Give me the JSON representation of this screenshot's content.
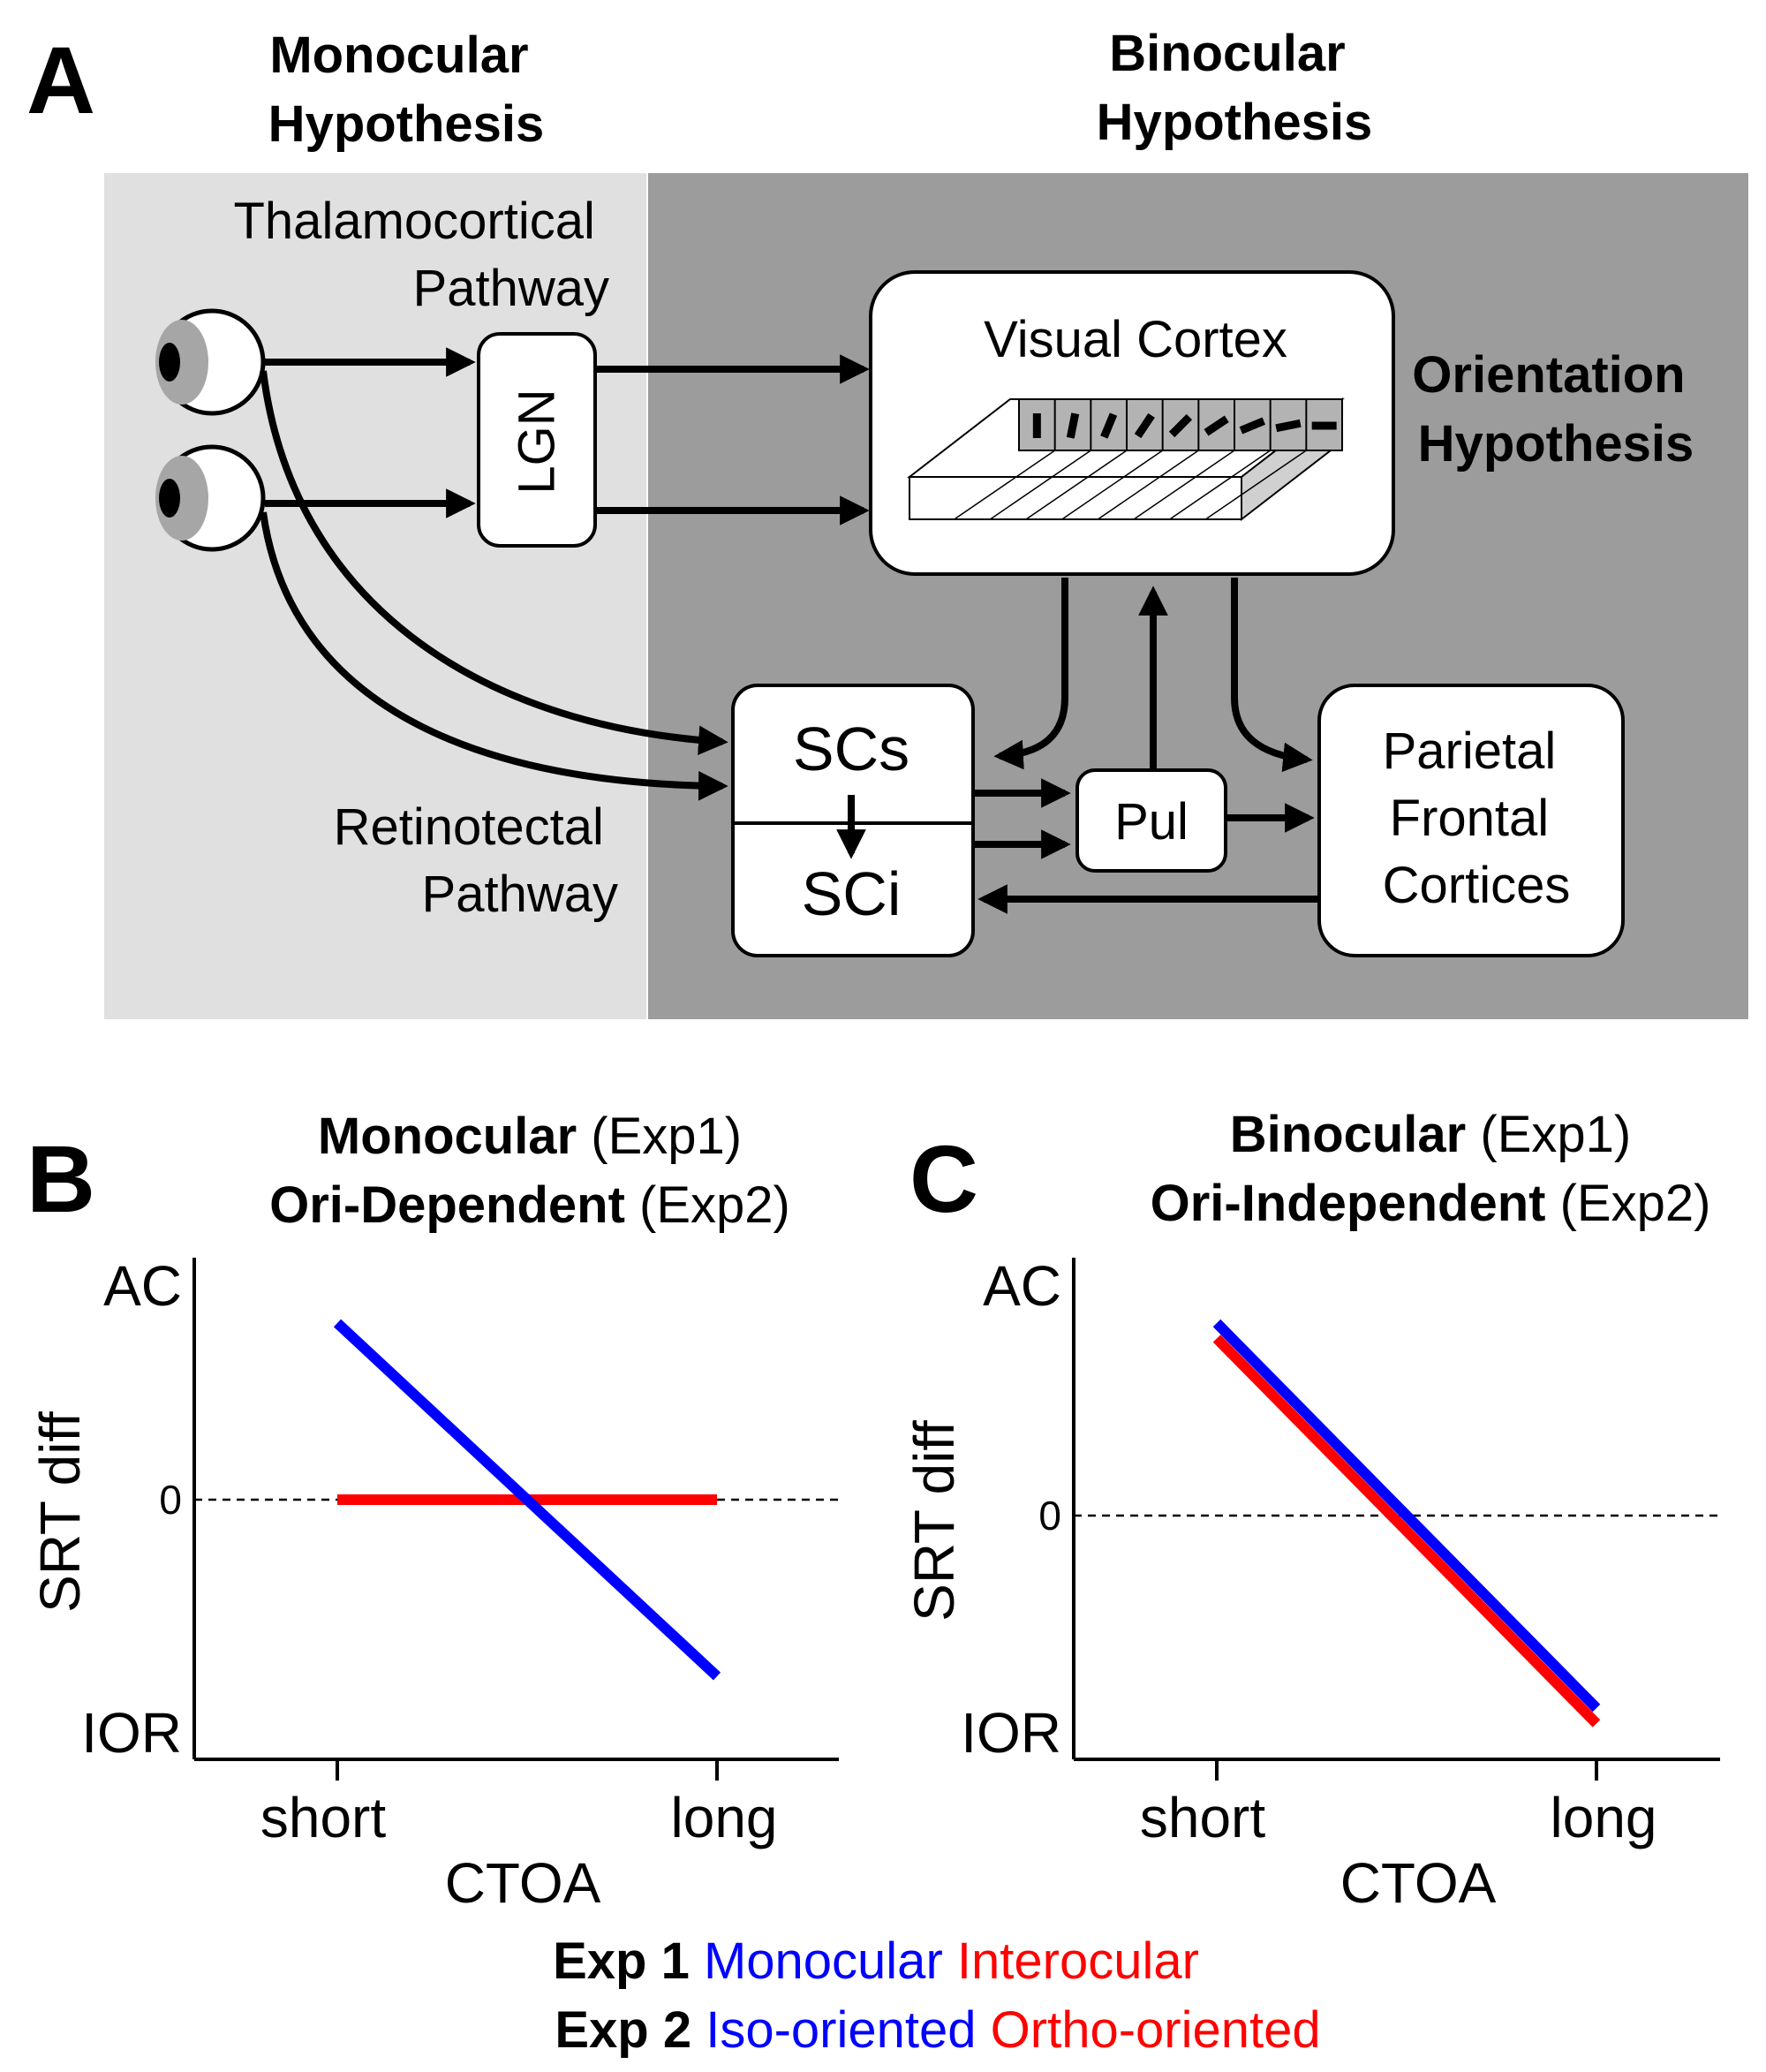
{
  "panel_a": {
    "letter": "A",
    "monocular_title": [
      "Monocular",
      "Hypothesis"
    ],
    "binocular_title": [
      "Binocular",
      "Hypothesis"
    ],
    "orientation_title": [
      "Orientation",
      "Hypothesis"
    ],
    "thalamocortical_label": [
      "Thalamocortical",
      "Pathway"
    ],
    "retinotectal_label": [
      "Retinotectal",
      "Pathway"
    ],
    "lgn": "LGN",
    "visual_cortex": "Visual Cortex",
    "scs": "SCs",
    "sci": "SCi",
    "pul": "Pul",
    "parietal_frontal": [
      "Parietal",
      "Frontal",
      "Cortices"
    ],
    "colors": {
      "monocular_region": "#e0e0e0",
      "binocular_region": "#9c9c9c",
      "box_fill": "#ffffff",
      "column_fill": "#b3b3b3"
    }
  },
  "panel_b": {
    "letter": "B",
    "title_line1_bold": "Monocular",
    "title_line1_rest": " (Exp1)",
    "title_line2_bold": "Ori-Dependent",
    "title_line2_rest": " (Exp2)"
  },
  "panel_c": {
    "letter": "C",
    "title_line1_bold": "Binocular",
    "title_line1_rest": " (Exp1)",
    "title_line2_bold": "Ori-Independent",
    "title_line2_rest": " (Exp2)"
  },
  "axis_labels": {
    "y_top": "AC",
    "y_zero": "0",
    "y_bottom": "IOR",
    "y_title": "SRT diff",
    "x_short": "short",
    "x_long": "long",
    "x_title": "CTOA"
  },
  "chart_data": [
    {
      "type": "line",
      "panel": "B",
      "x": [
        "short",
        "long"
      ],
      "ylabel": "SRT diff",
      "xlabel": "CTOA",
      "y_tick_labels": [
        "AC",
        "0",
        "IOR"
      ],
      "reference_line_y": 0,
      "series": [
        {
          "legend_exp1": "Monocular",
          "legend_exp2": "Iso-oriented",
          "color": "#0000ff",
          "values": [
            1,
            -1
          ]
        },
        {
          "legend_exp1": "Interocular",
          "legend_exp2": "Ortho-oriented",
          "color": "#ff0000",
          "values": [
            0,
            0
          ]
        }
      ]
    },
    {
      "type": "line",
      "panel": "C",
      "x": [
        "short",
        "long"
      ],
      "ylabel": "SRT diff",
      "xlabel": "CTOA",
      "y_tick_labels": [
        "AC",
        "0",
        "IOR"
      ],
      "reference_line_y": 0,
      "series": [
        {
          "legend_exp1": "Monocular",
          "legend_exp2": "Iso-oriented",
          "color": "#0000ff",
          "values": [
            1,
            -1
          ]
        },
        {
          "legend_exp1": "Interocular",
          "legend_exp2": "Ortho-oriented",
          "color": "#ff0000",
          "values": [
            0.92,
            -1.08
          ]
        }
      ]
    }
  ],
  "legend": {
    "exp1_label": "Exp 1",
    "exp1_blue": "Monocular",
    "exp1_red": "Interocular",
    "exp2_label": "Exp 2",
    "exp2_blue": "Iso-oriented",
    "exp2_red": "Ortho-oriented",
    "blue": "#0000ff",
    "red": "#ff0000"
  }
}
